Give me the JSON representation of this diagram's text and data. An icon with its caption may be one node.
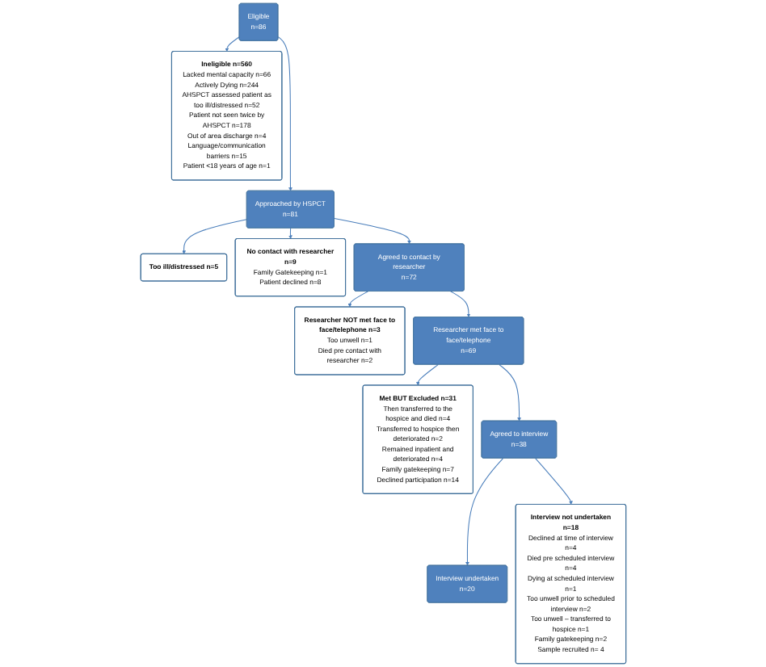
{
  "diagram": {
    "nodes": [
      {
        "text": [
          "Eligible",
          "n=86"
        ]
      },
      {
        "text": [
          "Ineligible n=560",
          "Lacked mental capacity n=66",
          "Actively Dying n=244",
          "AHSPCT assessed patient as too ill/distressed n=52",
          "Patient not seen twice by AHSPCT n=178",
          "Out of area discharge n=4",
          "Language/communication barriers n=15",
          "Patient <18 years of age n=1"
        ]
      },
      {
        "text": [
          "Approached by HSPCT",
          "n=81"
        ]
      },
      {
        "text": [
          "Too ill/distressed n=5"
        ]
      },
      {
        "text": [
          "No contact with researcher n=9",
          "Family Gatekeeping n=1",
          "Patient declined n=8"
        ]
      },
      {
        "text": [
          "Agreed to contact by researcher",
          "n=72"
        ]
      },
      {
        "text": [
          "Researcher NOT met face to face/telephone n=3",
          "Too unwell n=1",
          "Died pre contact with researcher n=2"
        ]
      },
      {
        "text": [
          "Researcher met face to face/telephone",
          "n=69"
        ]
      },
      {
        "text": [
          "Met BUT Excluded n=31",
          "Then transferred to the hospice and died n=4",
          "Transferred to hospice then deteriorated n=2",
          "Remained inpatient and deteriorated n=4",
          "Family gatekeeping n=7",
          "Declined participation n=14"
        ]
      },
      {
        "text": [
          "Agreed to interview",
          "n=38"
        ]
      },
      {
        "text": [
          "Interview not undertaken n=18",
          "Declined at time of interview n=4",
          "Died pre scheduled interview n=4",
          "Dying at scheduled interview n=1",
          "Too unwell prior to scheduled interview n=2",
          "Too unwell – transferred to hospice n=1",
          "Family gatekeeping n=2",
          "Sample recruited n= 4"
        ]
      },
      {
        "text": [
          "Interview undertaken",
          "n=20"
        ]
      }
    ],
    "edges": [
      {
        "from": 0,
        "to": 2,
        "arrow": "to"
      },
      {
        "from": 0,
        "to": 1,
        "arrow": "to"
      },
      {
        "from": 2,
        "to": 3,
        "arrow": "to"
      },
      {
        "from": 2,
        "to": 5,
        "arrow": "to"
      },
      {
        "from": 2,
        "to": 4,
        "arrow": "to"
      },
      {
        "from": 5,
        "to": 7,
        "arrow": "to"
      },
      {
        "from": 5,
        "to": 6,
        "arrow": "to"
      },
      {
        "from": 7,
        "to": 9,
        "arrow": "to"
      },
      {
        "from": 7,
        "to": 8,
        "arrow": "to"
      },
      {
        "from": 9,
        "to": 11,
        "arrow": "to"
      },
      {
        "from": 9,
        "to": 10,
        "arrow": "to"
      }
    ]
  }
}
